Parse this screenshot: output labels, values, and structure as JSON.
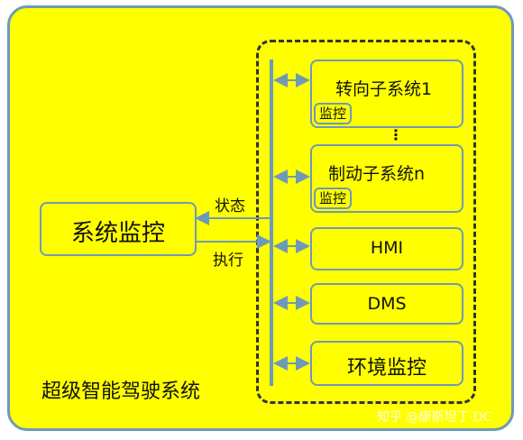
{
  "system_label": "超级智能驾驶系统",
  "monitor_box": "系统监控",
  "arrow_status": "状态",
  "arrow_execute": "执行",
  "subsystems": [
    {
      "label": "转向子系统1",
      "tag": "监控"
    },
    {
      "label": "制动子系统n",
      "tag": "监控"
    },
    {
      "label": "HMI"
    },
    {
      "label": "DMS"
    },
    {
      "label": "环境监控"
    }
  ],
  "ellipsis": "⋮",
  "watermark": "知乎 @康斯坦丁·DC",
  "colors": {
    "background": "#ffff00",
    "border": "#6e9ab8",
    "bus": "#6e9ab8"
  }
}
